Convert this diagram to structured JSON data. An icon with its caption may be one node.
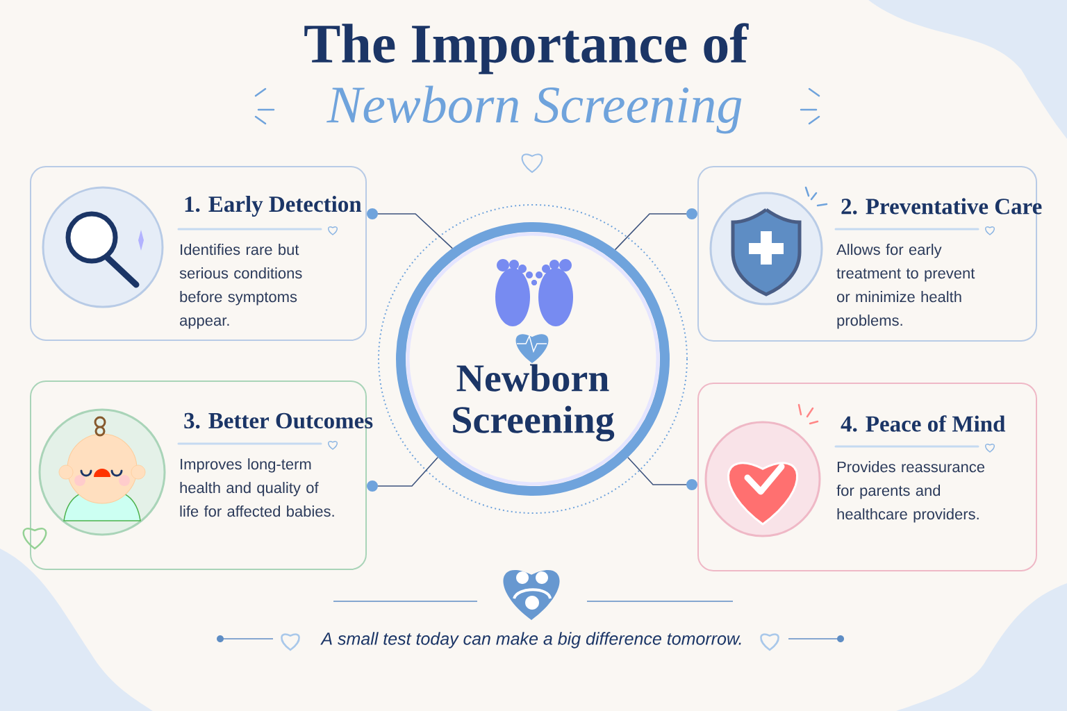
{
  "diagram": {
    "title": "The Importance of",
    "nodes": [
      {
        "text": [
          "Newborn Screening"
        ]
      },
      {
        "text": [
          "1. Early Detection",
          "Identifies rare but serious conditions before symptoms appear."
        ]
      },
      {
        "text": [
          "2. Preventative Care",
          "Allows for early treatment to prevent or minimize health problems."
        ]
      },
      {
        "text": [
          "3. Better Outcomes",
          "Improves long-term health and quality of life for affected babies."
        ]
      },
      {
        "text": [
          "4. Peace of Mind",
          "Provides reassurance for parents and healthcare providers."
        ]
      }
    ],
    "edges": [
      {
        "from": 0,
        "to": 1,
        "arrow": "other"
      },
      {
        "from": 0,
        "to": 2,
        "arrow": "other"
      },
      {
        "from": 0,
        "to": 3,
        "arrow": "other"
      },
      {
        "from": 0,
        "to": 4,
        "arrow": "other"
      }
    ],
    "labels": [
      "Newborn Screening"
    ],
    "caption": "A small test today can make a *big difference* tomorrow."
  }
}
